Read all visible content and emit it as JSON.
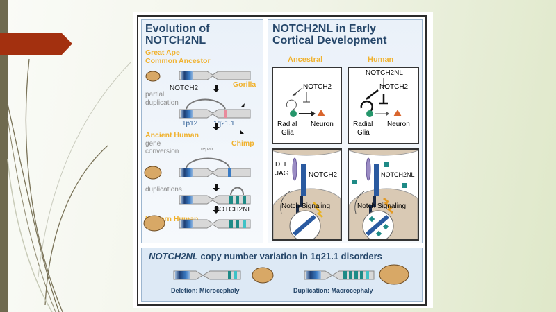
{
  "slide": {
    "theme_colors": {
      "left_bar": "#6f6a4f",
      "arrow": "#a3300f",
      "background": "#eef2e3"
    }
  },
  "figure": {
    "left_panel": {
      "title_line1": "Evolution of",
      "title_line2": "NOTCH2NL",
      "stage1_line1": "Great Ape",
      "stage1_line2": "Common Ancestor",
      "gene_label": "NOTCH2",
      "step1_line1": "partial",
      "step1_line2": "duplication",
      "branch_gorilla": "Gorilla",
      "locus_1p12": "1p12",
      "locus_1q21": "1q21.1",
      "stage2": "Ancient Human",
      "branch_chimp": "Chimp",
      "step2_line1": "gene",
      "step2_line2": "conversion",
      "repair_label": "repair",
      "step3": "duplications",
      "result_gene": "NOTCH2NL",
      "stage3": "Modern Human"
    },
    "right_panel": {
      "title_line1": "NOTCH2NL in Early",
      "title_line2": "Cortical Development",
      "col_ancestral": "Ancestral",
      "col_human": "Human",
      "ancestral_box": {
        "regulator": "NOTCH2",
        "cell1_line1": "Radial",
        "cell1_line2": "Glia",
        "cell2": "Neuron"
      },
      "human_box": {
        "upstream": "NOTCH2NL",
        "regulator": "NOTCH2",
        "cell1_line1": "Radial",
        "cell1_line2": "Glia",
        "cell2": "Neuron"
      },
      "ancestral_signal": {
        "ligand_line1": "DLL",
        "ligand_line2": "JAG",
        "receptor": "NOTCH2",
        "pathway": "Notch Signaling"
      },
      "human_signal": {
        "receptor": "NOTCH2NL",
        "pathway": "Notch Signaling"
      }
    },
    "bottom_panel": {
      "title_italic": "NOTCH2NL",
      "title_rest": " copy number variation in 1q21.1 disorders",
      "deletion_label": "Deletion: Microcephaly",
      "duplication_label": "Duplication: Macrocephaly"
    }
  }
}
